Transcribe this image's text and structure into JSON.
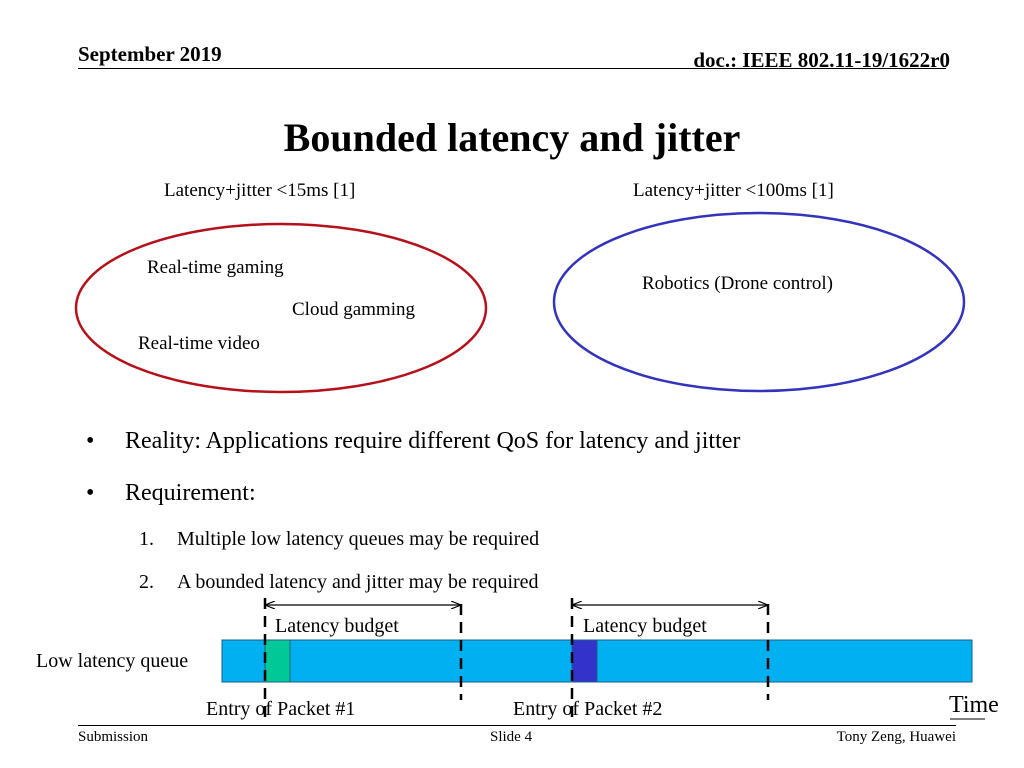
{
  "header": {
    "date": "September 2019",
    "doc": "doc.: IEEE 802.11-19/1622r0"
  },
  "title": "Bounded latency and jitter",
  "groups": [
    {
      "heading": "Latency+jitter <15ms [1]",
      "border_color": "#b5111b",
      "items": [
        "Real-time gaming",
        "Cloud gamming",
        "Real-time video"
      ]
    },
    {
      "heading": "Latency+jitter <100ms [1]",
      "border_color": "#3333bb",
      "items": [
        "Robotics (Drone control)"
      ]
    }
  ],
  "bullets": [
    "Reality: Applications require different QoS for latency and jitter",
    "Requirement:"
  ],
  "numbered": [
    {
      "num": "1.",
      "text": "Multiple low latency queues may be required"
    },
    {
      "num": "2.",
      "text": "A bounded latency and jitter may be required"
    }
  ],
  "diagram": {
    "queue_label": "Low latency queue",
    "budget_label": "Latency budget",
    "packet1_label": "Entry of Packet #1",
    "packet2_label": "Entry of Packet #2",
    "time_label": "Time",
    "colors": {
      "queue": "#00b0f0",
      "packet1": "#00c896",
      "packet2": "#3333cc"
    }
  },
  "footer": {
    "left": "Submission",
    "center": "Slide 4",
    "right": "Tony Zeng, Huawei"
  }
}
